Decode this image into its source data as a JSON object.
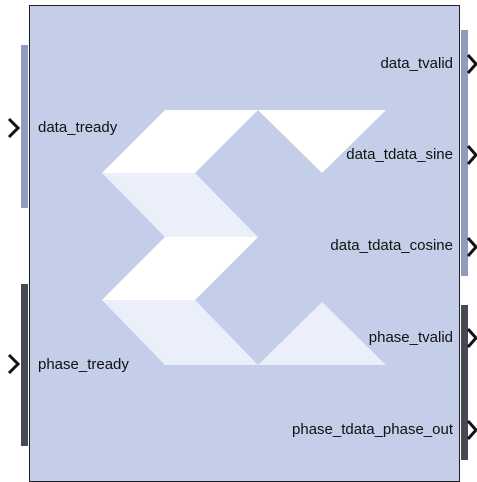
{
  "block": {
    "left_ports": [
      {
        "id": "data",
        "label": "data_tready"
      },
      {
        "id": "phase",
        "label": "phase_tready"
      }
    ],
    "right_ports": [
      {
        "id": "data_tvalid",
        "label": "data_tvalid"
      },
      {
        "id": "data_tdata_sine",
        "label": "data_tdata_sine"
      },
      {
        "id": "data_tdata_cosine",
        "label": "data_tdata_cosine"
      },
      {
        "id": "phase_tvalid",
        "label": "phase_tvalid"
      },
      {
        "id": "phase_tdata_phase_out",
        "label": "phase_tdata_phase_out"
      }
    ],
    "logo_icon": "sigma-logo-icon",
    "colors": {
      "block_fill": "#c4cee8",
      "logo_light": "#ffffff",
      "logo_shade": "#e8edf8",
      "bus_light": "#8f9cbb",
      "bus_dark": "#464a55"
    }
  }
}
